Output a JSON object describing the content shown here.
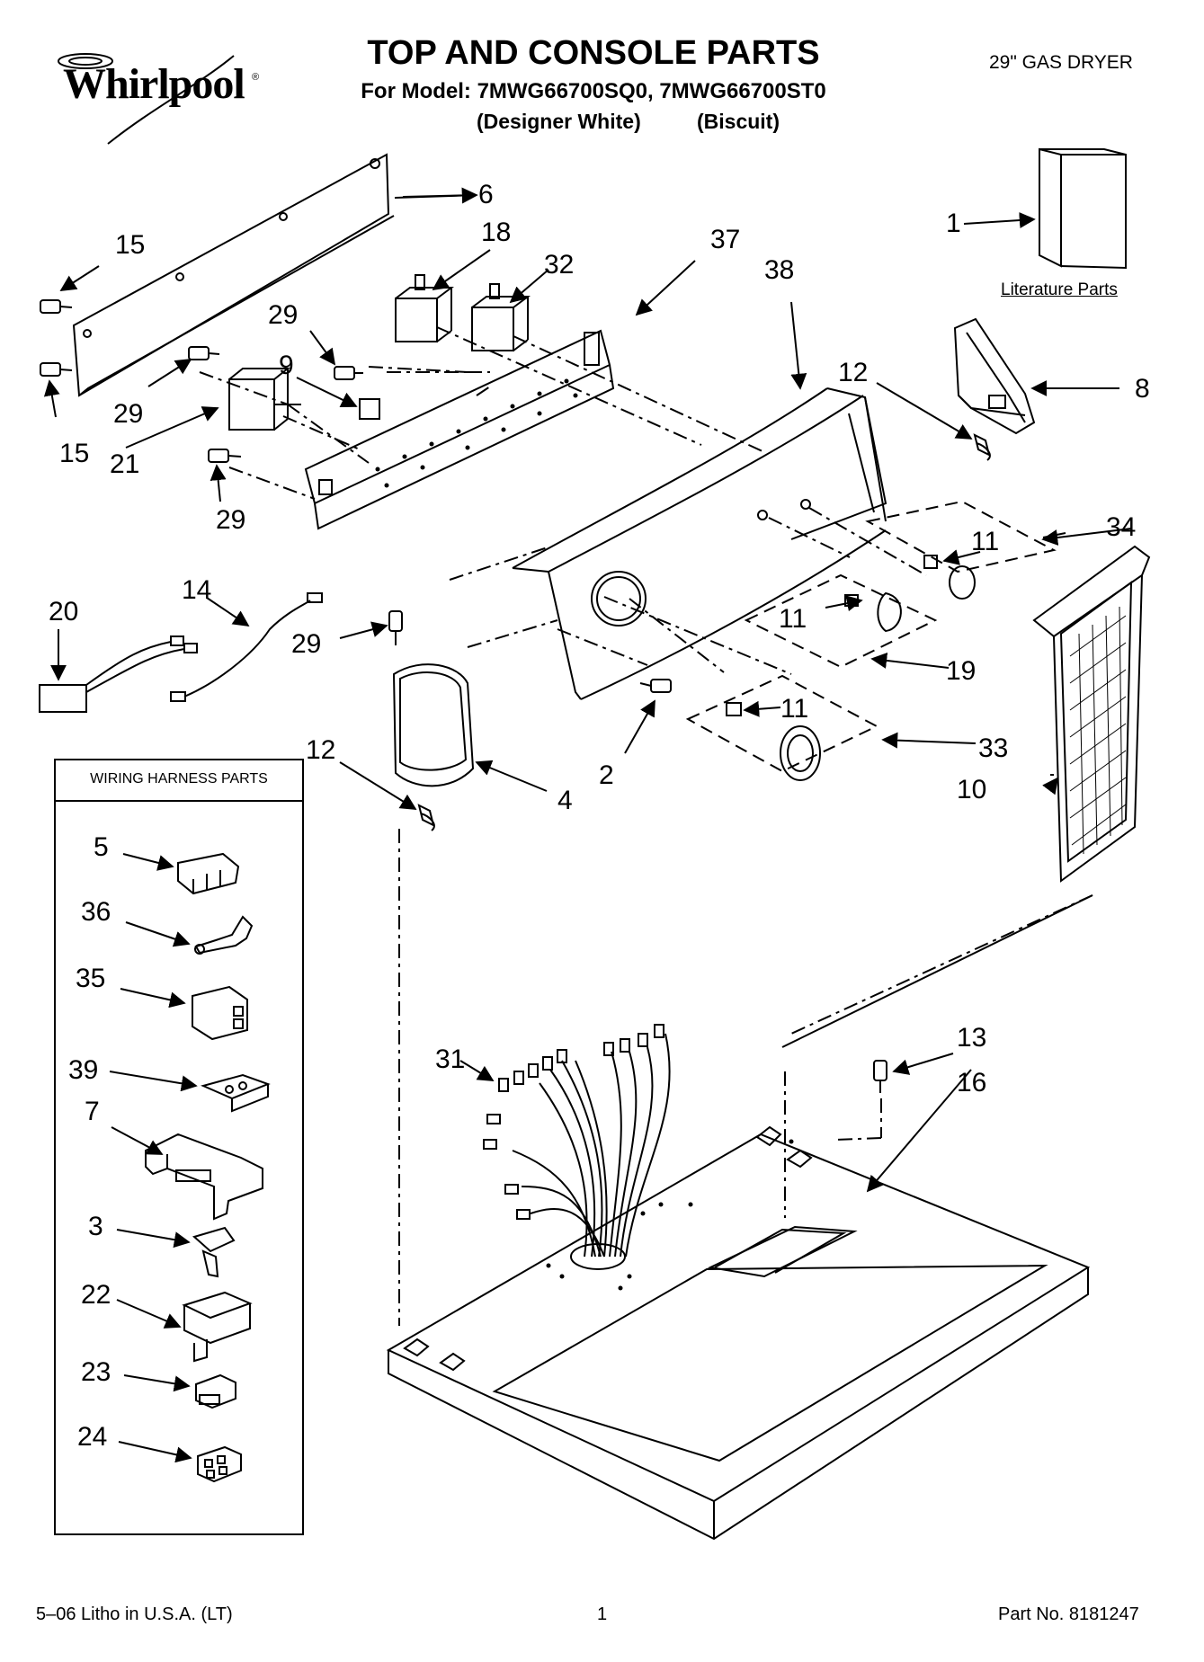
{
  "brand": {
    "name": "Whirlpool",
    "mark": "®"
  },
  "header": {
    "title": "TOP AND CONSOLE PARTS",
    "model_line": "For Model: 7MWG66700SQ0, 7MWG66700ST0",
    "variants": [
      "(Designer White)",
      "(Biscuit)"
    ],
    "product_type": "29\" GAS DRYER"
  },
  "literature": {
    "label": "Literature Parts"
  },
  "harness": {
    "title": "WIRING HARNESS PARTS"
  },
  "callouts": {
    "c1": "1",
    "c2": "2",
    "c4": "4",
    "c6": "6",
    "c8": "8",
    "c9": "9",
    "c10": "10",
    "c11a": "11",
    "c11b": "11",
    "c11c": "11",
    "c12a": "12",
    "c12b": "12",
    "c13": "13",
    "c14": "14",
    "c15a": "15",
    "c15b": "15",
    "c16": "16",
    "c18": "18",
    "c19": "19",
    "c20": "20",
    "c21": "21",
    "c29a": "29",
    "c29b": "29",
    "c29c": "29",
    "c29d": "29",
    "c31": "31",
    "c32": "32",
    "c33": "33",
    "c34": "34",
    "c37": "37",
    "c38": "38",
    "h5": "5",
    "h36": "36",
    "h35": "35",
    "h39": "39",
    "h7": "7",
    "h3": "3",
    "h22": "22",
    "h23": "23",
    "h24": "24"
  },
  "footer": {
    "left": "5–06 Litho in U.S.A. (LT)",
    "center": "1",
    "right": "Part No. 8181247"
  }
}
